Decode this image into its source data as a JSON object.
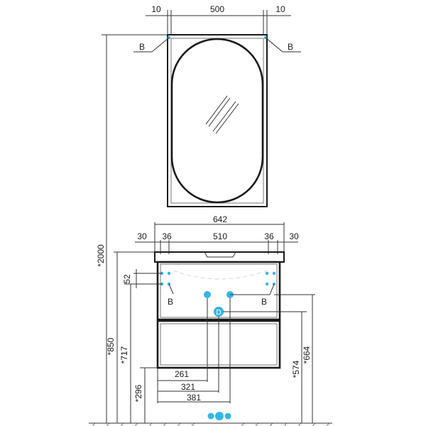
{
  "mirror": {
    "dim_left_margin": "10",
    "dim_width": "500",
    "dim_right_margin": "10",
    "label_b_left": "B",
    "label_b_right": "B"
  },
  "cabinet": {
    "dim_total_width": "642",
    "dim_left_offset": "30",
    "dim_left_inner": "36",
    "dim_inner_width": "510",
    "dim_right_inner": "36",
    "dim_right_offset": "30",
    "dim_bracket_height": "52",
    "label_b_left": "B",
    "label_b_right": "B",
    "label_d": "D",
    "dim_261": "261",
    "dim_321": "321",
    "dim_381": "381"
  },
  "heights": {
    "total": "*2000",
    "h850": "*850",
    "h717": "*717",
    "h296": "*296",
    "h574": "*574",
    "h664": "*664"
  },
  "colors": {
    "accent": "#35b6e4",
    "line": "#1a1a1a"
  }
}
